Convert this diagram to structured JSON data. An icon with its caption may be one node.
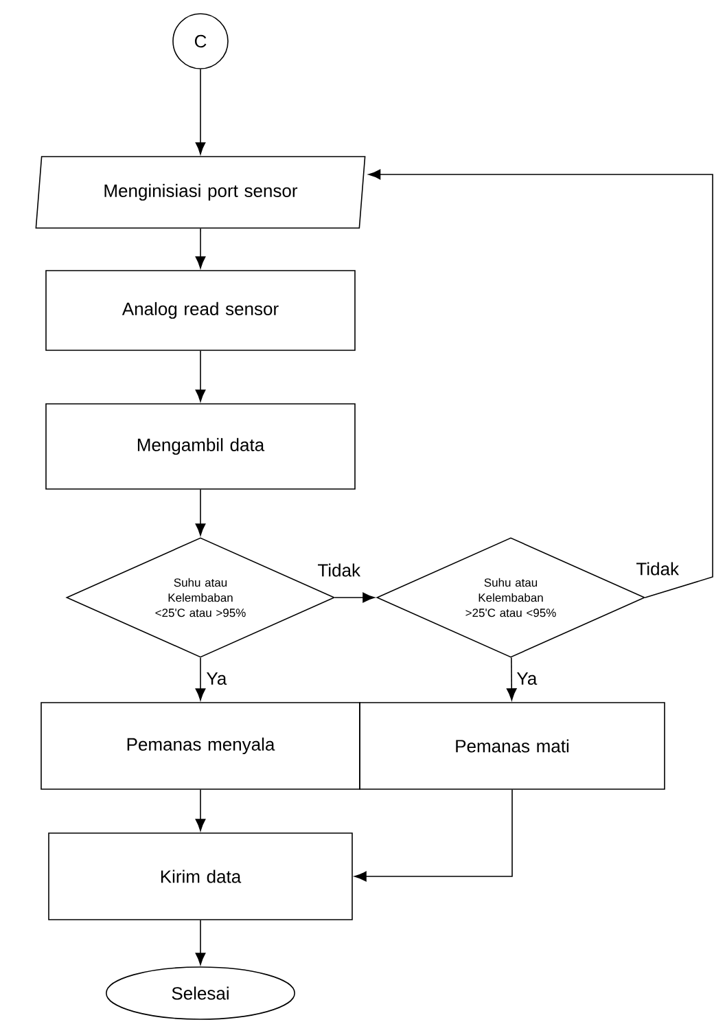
{
  "diagram": {
    "nodes": [
      {
        "text": [
          "C"
        ]
      },
      {
        "text": [
          "Menginisiasi port sensor"
        ]
      },
      {
        "text": [
          "Analog read sensor"
        ]
      },
      {
        "text": [
          "Mengambil data"
        ]
      },
      {
        "text": [
          "Suhu atau Kelembaban <25'C atau >95%"
        ]
      },
      {
        "text": [
          "Suhu atau Kelembaban >25'C atau <95%"
        ]
      },
      {
        "text": [
          "Pemanas menyala"
        ]
      },
      {
        "text": [
          "Pemanas mati"
        ]
      },
      {
        "text": [
          "Kirim data"
        ]
      },
      {
        "text": [
          "Selesai"
        ]
      }
    ],
    "edges": [
      {
        "from": 0,
        "to": 1,
        "arrow": "to"
      },
      {
        "from": 1,
        "to": 2,
        "arrow": "to"
      },
      {
        "from": 2,
        "to": 3,
        "arrow": "to"
      },
      {
        "from": 3,
        "to": 4,
        "arrow": "to"
      },
      {
        "from": 4,
        "to": 5,
        "arrow": "to",
        "label": "Tidak"
      },
      {
        "from": 4,
        "to": 6,
        "arrow": "to",
        "label": "Ya"
      },
      {
        "from": 5,
        "to": 7,
        "arrow": "to",
        "label": "Ya"
      },
      {
        "from": 5,
        "to": 1,
        "arrow": "to",
        "label": "Tidak"
      },
      {
        "from": 6,
        "to": 8,
        "arrow": "to"
      },
      {
        "from": 7,
        "to": 8,
        "arrow": "to"
      },
      {
        "from": 8,
        "to": 9,
        "arrow": "to"
      }
    ]
  }
}
